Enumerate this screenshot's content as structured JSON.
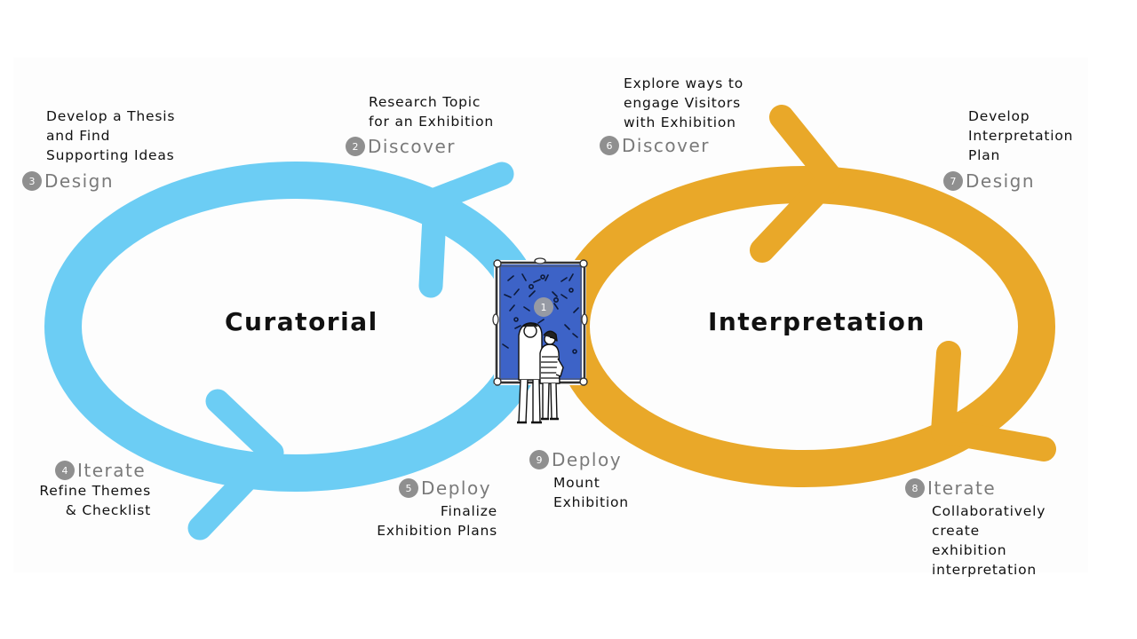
{
  "colors": {
    "curatorial_loop": "#6ccdf4",
    "interpretation_loop": "#e9a829",
    "badge": "#8f8f8f",
    "stage_name": "#7a7a7a",
    "painting_blue": "#3d63c7"
  },
  "loops": {
    "curatorial_title": "Curatorial",
    "interpretation_title": "Interpretation"
  },
  "center": {
    "badge": "1",
    "image": "visitors-viewing-framed-painting"
  },
  "stages": {
    "s2": {
      "number": "2",
      "name": "Discover",
      "description": "Research Topic\nfor an Exhibition"
    },
    "s3": {
      "number": "3",
      "name": "Design",
      "description": "Develop a Thesis\nand Find\nSupporting Ideas"
    },
    "s4": {
      "number": "4",
      "name": "Iterate",
      "description": "Refine Themes\n& Checklist"
    },
    "s5": {
      "number": "5",
      "name": "Deploy",
      "description": "Finalize\nExhibition Plans"
    },
    "s6": {
      "number": "6",
      "name": "Discover",
      "description": "Explore ways to\nengage Visitors\nwith Exhibition"
    },
    "s7": {
      "number": "7",
      "name": "Design",
      "description": "Develop\nInterpretation\nPlan"
    },
    "s8": {
      "number": "8",
      "name": "Iterate",
      "description": "Collaboratively\ncreate\nexhibition\ninterpretation"
    },
    "s9": {
      "number": "9",
      "name": "Deploy",
      "description": "Mount\nExhibition"
    }
  }
}
